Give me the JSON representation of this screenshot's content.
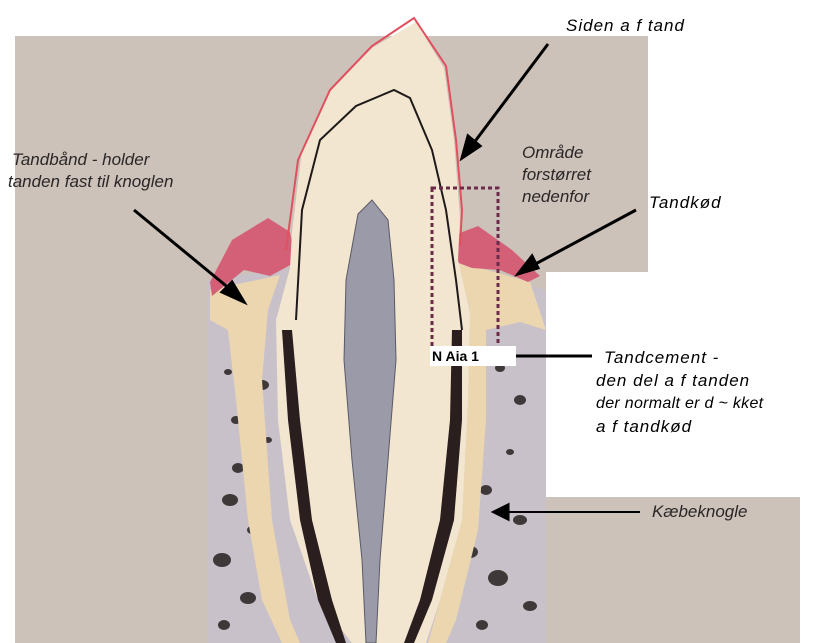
{
  "labels": {
    "siden_af_tand": "Siden a f tand",
    "tandbaand_line1": "Tandbånd  - holder",
    "tandbaand_line2": "tanden fast til knoglen",
    "omraade_line1": "Område",
    "omraade_line2": "forstørret",
    "omraade_line3": "nedenfor",
    "tandkoed": "Tandkød",
    "fig_ref": "N Aia 1",
    "tandcement_line1": "Tandcement -",
    "tandcement_line2": "den del a f tanden",
    "tandcement_line3": "der normalt er d ~ kket",
    "tandcement_line4": "a f tandkød",
    "kaebeknogle": "Kæbeknogle"
  },
  "colors": {
    "photo_bg": "#cdc2ba",
    "bone": "#c8c0c8",
    "gum": "#d4607a",
    "dentin": "#ecd6b0",
    "enamel_outline": "#e05060",
    "pulp": "#9a9aa8",
    "box_dotted": "#6a2a4a"
  }
}
